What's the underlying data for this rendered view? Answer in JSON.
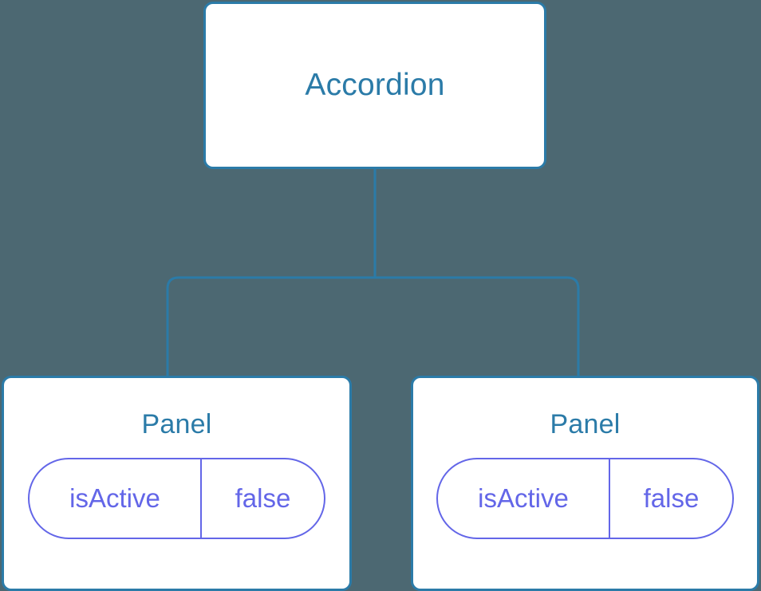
{
  "theme": {
    "background_color": "#4c6872",
    "node_fill": "#ffffff",
    "node_border_color": "#2b7ba8",
    "node_title_color": "#2b7ba8",
    "connector_color": "#2b7ba8",
    "prop_color": "#6366e8"
  },
  "diagram": {
    "type": "component-tree",
    "root": {
      "label": "Accordion"
    },
    "children": [
      {
        "label": "Panel",
        "props": [
          {
            "key": "isActive",
            "value": "false"
          }
        ]
      },
      {
        "label": "Panel",
        "props": [
          {
            "key": "isActive",
            "value": "false"
          }
        ]
      }
    ]
  }
}
